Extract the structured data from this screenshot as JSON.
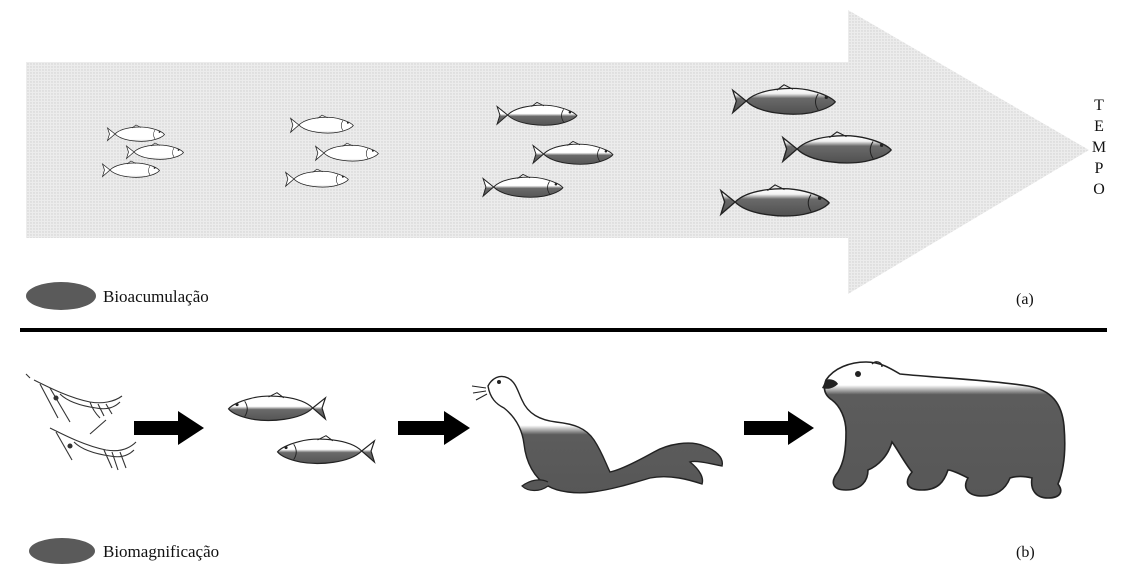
{
  "panel_a": {
    "axis_label": "TEMPO",
    "legend_label": "Bioacumulação",
    "panel_label": "(a)",
    "colors": {
      "arrow_fill": "#e6e6e6",
      "contaminant": "#5a5a5a"
    },
    "fish_groups": [
      {
        "stage": 1,
        "contamination_level": 0.0
      },
      {
        "stage": 2,
        "contamination_level": 0.05
      },
      {
        "stage": 3,
        "contamination_level": 0.45
      },
      {
        "stage": 4,
        "contamination_level": 0.75
      }
    ]
  },
  "panel_b": {
    "legend_label": "Biomagnificação",
    "panel_label": "(b)",
    "food_chain": [
      {
        "organism": "shrimp-icon",
        "contamination_level": 0.0
      },
      {
        "organism": "fish-icon",
        "contamination_level": 0.45
      },
      {
        "organism": "seal-icon",
        "contamination_level": 0.65
      },
      {
        "organism": "polar-bear-icon",
        "contamination_level": 0.8
      }
    ]
  }
}
